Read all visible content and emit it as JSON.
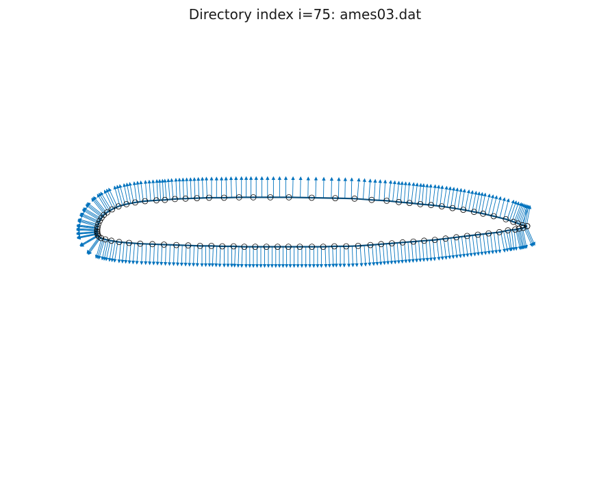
{
  "chart_data": {
    "type": "scatter",
    "title": "Directory index i=75: ames03.dat",
    "xlabel": "",
    "ylabel": "",
    "axes_visible": false,
    "grid": false,
    "legend": "none",
    "xlim": [
      -0.01,
      1.02
    ],
    "colors": {
      "arrows": "#0072bd",
      "outline": "#0b4f7c",
      "markers": "#000000"
    },
    "upper": [
      [
        1.0,
        0.012
      ],
      [
        0.9893,
        0.014
      ],
      [
        0.9786,
        0.018
      ],
      [
        0.9679,
        0.022
      ],
      [
        0.9504,
        0.028
      ],
      [
        0.9222,
        0.035
      ],
      [
        0.8974,
        0.041
      ],
      [
        0.8764,
        0.045
      ],
      [
        0.8514,
        0.05
      ],
      [
        0.8264,
        0.054
      ],
      [
        0.8014,
        0.058
      ],
      [
        0.7764,
        0.061
      ],
      [
        0.7514,
        0.063
      ],
      [
        0.7264,
        0.066
      ],
      [
        0.7014,
        0.068
      ],
      [
        0.6732,
        0.071
      ],
      [
        0.6383,
        0.073
      ],
      [
        0.5985,
        0.076
      ],
      [
        0.5536,
        0.077
      ],
      [
        0.4989,
        0.078
      ],
      [
        0.4458,
        0.079
      ],
      [
        0.4027,
        0.079
      ],
      [
        0.3631,
        0.079
      ],
      [
        0.33,
        0.079
      ],
      [
        0.295,
        0.078
      ],
      [
        0.2602,
        0.078
      ],
      [
        0.232,
        0.077
      ],
      [
        0.2054,
        0.076
      ],
      [
        0.1807,
        0.075
      ],
      [
        0.1574,
        0.073
      ],
      [
        0.1377,
        0.072
      ],
      [
        0.1111,
        0.07
      ],
      [
        0.0882,
        0.067
      ],
      [
        0.068,
        0.063
      ],
      [
        0.0495,
        0.058
      ],
      [
        0.0346,
        0.051
      ],
      [
        0.023,
        0.044
      ],
      [
        0.0155,
        0.038
      ],
      [
        0.01,
        0.031
      ],
      [
        0.0058,
        0.024
      ],
      [
        0.0027,
        0.017
      ],
      [
        0.0008,
        0.01
      ],
      [
        0.0002,
        0.005
      ],
      [
        0.0,
        0.0
      ]
    ],
    "lower": [
      [
        0.0,
        0.0
      ],
      [
        0.0003,
        -0.004
      ],
      [
        0.0011,
        -0.008
      ],
      [
        0.0034,
        -0.012
      ],
      [
        0.0089,
        -0.016
      ],
      [
        0.019,
        -0.019
      ],
      [
        0.033,
        -0.022
      ],
      [
        0.051,
        -0.025
      ],
      [
        0.074,
        -0.027
      ],
      [
        0.1,
        -0.029
      ],
      [
        0.1284,
        -0.03
      ],
      [
        0.1553,
        -0.031
      ],
      [
        0.184,
        -0.032
      ],
      [
        0.2117,
        -0.033
      ],
      [
        0.2392,
        -0.034
      ],
      [
        0.2656,
        -0.034
      ],
      [
        0.291,
        -0.035
      ],
      [
        0.3172,
        -0.035
      ],
      [
        0.342,
        -0.036
      ],
      [
        0.3675,
        -0.036
      ],
      [
        0.3937,
        -0.036
      ],
      [
        0.4196,
        -0.036
      ],
      [
        0.4447,
        -0.036
      ],
      [
        0.4712,
        -0.036
      ],
      [
        0.4993,
        -0.036
      ],
      [
        0.5257,
        -0.036
      ],
      [
        0.5516,
        -0.035
      ],
      [
        0.5792,
        -0.035
      ],
      [
        0.6068,
        -0.034
      ],
      [
        0.6353,
        -0.032
      ],
      [
        0.6603,
        -0.03
      ],
      [
        0.6853,
        -0.028
      ],
      [
        0.7103,
        -0.026
      ],
      [
        0.7353,
        -0.024
      ],
      [
        0.7603,
        -0.022
      ],
      [
        0.7853,
        -0.02
      ],
      [
        0.8103,
        -0.017
      ],
      [
        0.8353,
        -0.014
      ],
      [
        0.8603,
        -0.011
      ],
      [
        0.8853,
        -0.008
      ],
      [
        0.9103,
        -0.005
      ],
      [
        0.9353,
        -0.002
      ],
      [
        0.9553,
        0.002
      ],
      [
        0.9722,
        0.004
      ],
      [
        0.9812,
        0.006
      ],
      [
        0.991,
        0.008
      ],
      [
        1.0,
        0.012
      ]
    ]
  }
}
